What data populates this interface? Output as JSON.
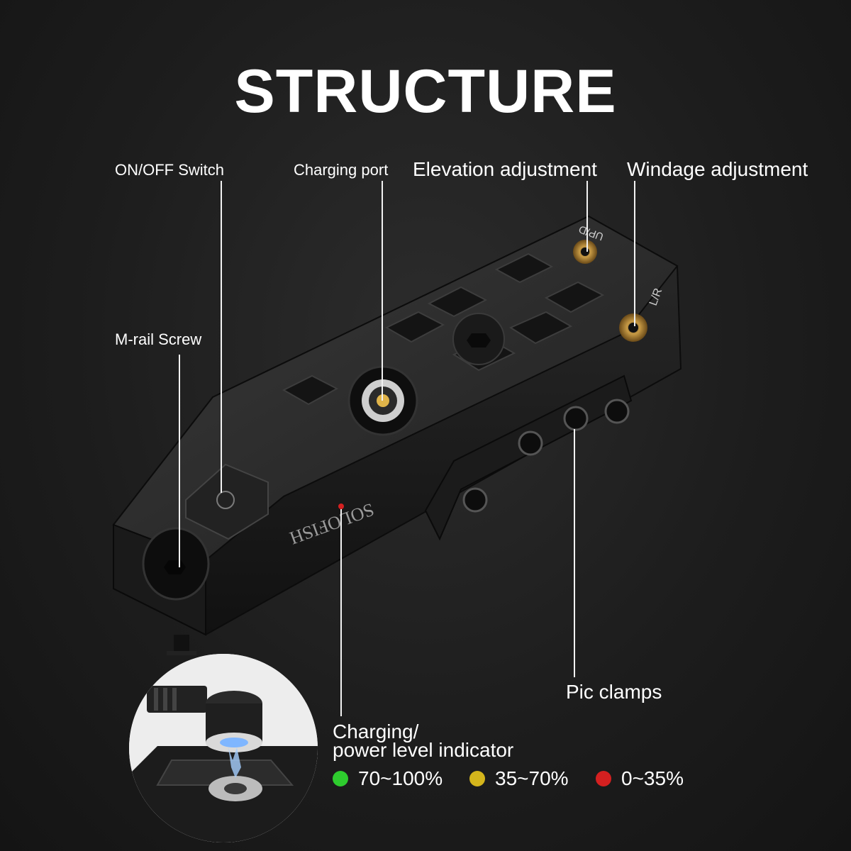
{
  "title": "STRUCTURE",
  "labels": {
    "on_off_switch": "ON/OFF Switch",
    "charging_port": "Charging port",
    "elevation": "Elevation adjustment",
    "windage": "Windage adjustment",
    "m_rail_screw": "M-rail Screw",
    "pic_clamps": "Pic clamps",
    "indicator_line1": "Charging/",
    "indicator_line2": "power level indicator"
  },
  "device": {
    "brand": "SOLOFISH",
    "elevation_mark": "UP/D",
    "windage_mark": "L/R"
  },
  "legend": [
    {
      "label": "70~100%",
      "color": "#2ecc2e"
    },
    {
      "label": "35~70%",
      "color": "#d4b51c"
    },
    {
      "label": "0~35%",
      "color": "#d42020"
    }
  ]
}
